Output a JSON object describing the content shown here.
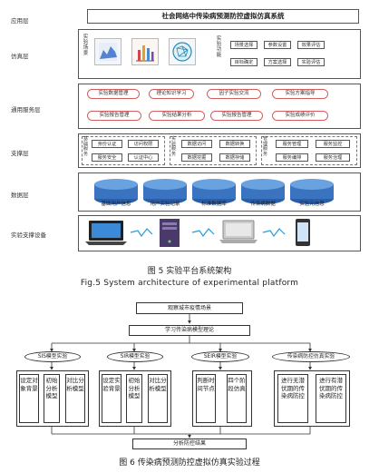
{
  "fig5": {
    "title": "社会网络中传染病预测防控虚拟仿真系统",
    "layers": {
      "app": "应用层",
      "sim": "仿真层",
      "service": "通用服务层",
      "support": "支撑层",
      "data": "数据层",
      "device": "实验支撑设备"
    },
    "sim_left_label": "实验场景",
    "sim_right_label": "实验功能",
    "sim_functions": [
      "场景选择",
      "参数设置",
      "效果评估",
      "目标确定",
      "方案选择",
      "实验评估"
    ],
    "services": [
      "实验数据管理",
      "理论知识学习",
      "因子实验交流",
      "实验方案指导",
      "实验报告管理",
      "实验结果分析",
      "实验报告管理",
      "实验成绩评价"
    ],
    "support_groups": [
      {
        "label": "基础服务",
        "items": [
          "身份认证",
          "访问权限",
          "服务安全",
          "认证中心"
        ]
      },
      {
        "label": "实验服务",
        "items": [
          "数据访问",
          "数据转换",
          "数据挖掘",
          "数据存储"
        ]
      },
      {
        "label": "管理服务",
        "items": [
          "服务管理",
          "服务监控",
          "服务编排",
          "服务治理"
        ]
      }
    ],
    "databases": [
      "基础用户信息",
      "用户实验记录",
      "标准数据库",
      "传染病数据",
      "实验元信息"
    ],
    "caption_cn": "图 5 实验平台系统架构",
    "caption_en": "Fig.5  System architecture of experimental  platform"
  },
  "fig6": {
    "top1": "观察城市疫情场景",
    "top2": "学习传染病模型理论",
    "branches": [
      "SIS模型实验",
      "SIR模型实验",
      "SEIR模型实验",
      "传染病防控仿真实验"
    ],
    "boxes": [
      [
        "设定对象背景",
        "初始分析模型",
        "对比分析模型"
      ],
      [
        "设定实验背景",
        "初始分析模型",
        "对比分析模型"
      ],
      [
        "判断时间节点",
        "四个阶段仿真"
      ],
      [
        "进行无潜伏期的传染病防控",
        "进行有潜伏期的传染病防控"
      ]
    ],
    "bottom": "分析防控结果",
    "caption": "图 6 传染病预测防控虚拟仿真实验过程"
  },
  "colors": {
    "accent_red": "#d06060",
    "border": "#555555"
  },
  "icons": [
    "line-chart-icon",
    "bar-chart-icon",
    "network-globe-icon",
    "laptop-icon",
    "server-icon",
    "phone-icon",
    "database-icon"
  ]
}
